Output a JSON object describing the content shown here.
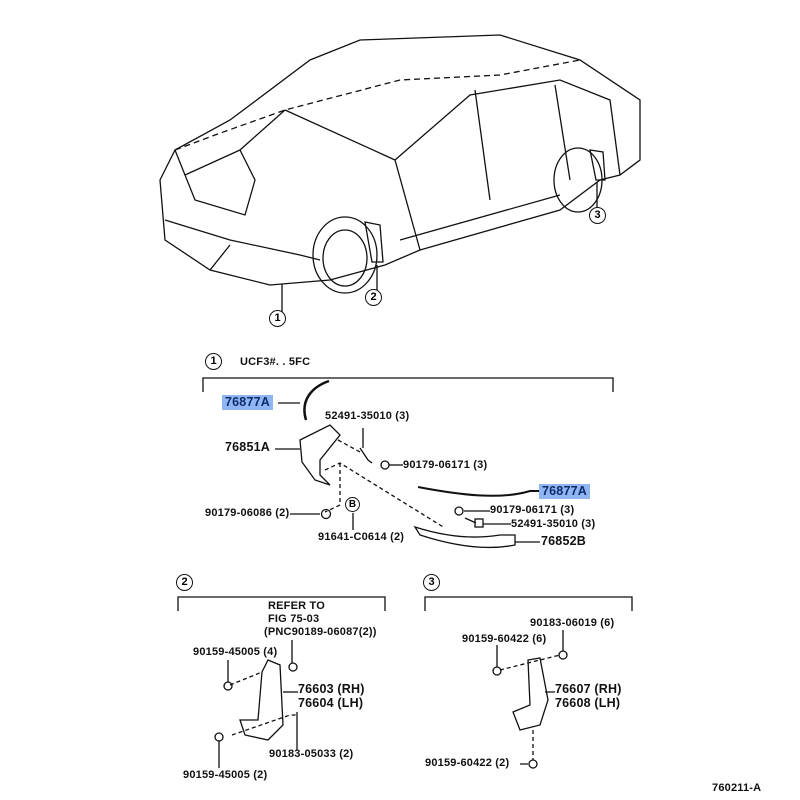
{
  "callouts": {
    "c1": "1",
    "c2": "2",
    "c3": "3",
    "b": "B"
  },
  "section1": {
    "title": "UCF3#. . 5FC",
    "parts": {
      "p76877a_top": "76877A",
      "p52491_top": "52491-35010 (3)",
      "p76851a": "76851A",
      "p90179_06171_top": "90179-06171 (3)",
      "p76877a_right": "76877A",
      "p90179_06086": "90179-06086 (2)",
      "p90179_06171_bot": "90179-06171 (3)",
      "p52491_bot": "52491-35010 (3)",
      "p91641": "91641-C0614 (2)",
      "p76852b": "76852B"
    }
  },
  "section2": {
    "refer": [
      "REFER TO",
      "FIG 75-03",
      "(PNC90189-06087(2))"
    ],
    "parts": {
      "p90159_45005_4": "90159-45005 (4)",
      "p76603": "76603 (RH)",
      "p76604": "76604 (LH)",
      "p90183_05033": "90183-05033 (2)",
      "p90159_45005_2": "90159-45005 (2)"
    }
  },
  "section3": {
    "parts": {
      "p90183_06019": "90183-06019 (6)",
      "p90159_60422_6": "90159-60422 (6)",
      "p76607": "76607 (RH)",
      "p76608": "76608 (LH)",
      "p90159_60422_2": "90159-60422 (2)"
    }
  },
  "figure_id": "760211-A",
  "colors": {
    "highlight": "#8fb6f2",
    "line": "#111111"
  }
}
